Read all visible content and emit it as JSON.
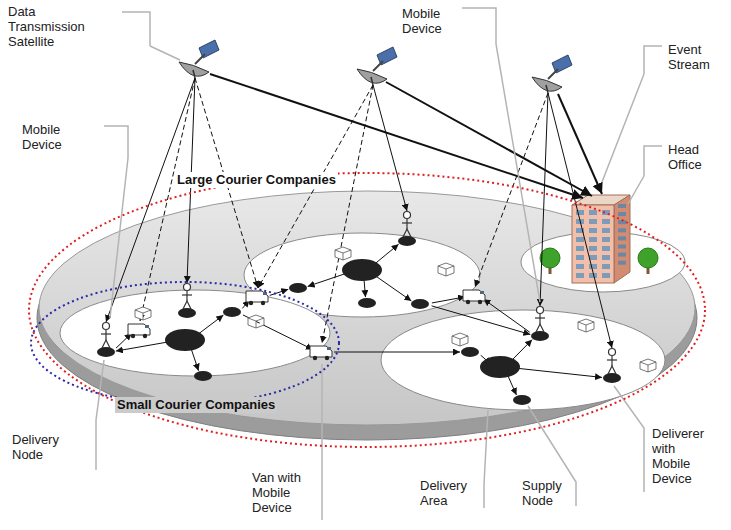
{
  "diagram": {
    "nodes": [
      {
        "text": [
          "Large Courier Companies"
        ]
      },
      {
        "text": [
          "Small Courier Companies"
        ],
        "in": 0
      }
    ],
    "labels": [
      "Data Transmission Satellite",
      "Mobile Device",
      "Mobile Device",
      "Event Stream",
      "Head Office",
      "Delivery Node",
      "Van with Mobile Device",
      "Delivery Area",
      "Supply Node",
      "Deliverer with Mobile Device"
    ]
  }
}
